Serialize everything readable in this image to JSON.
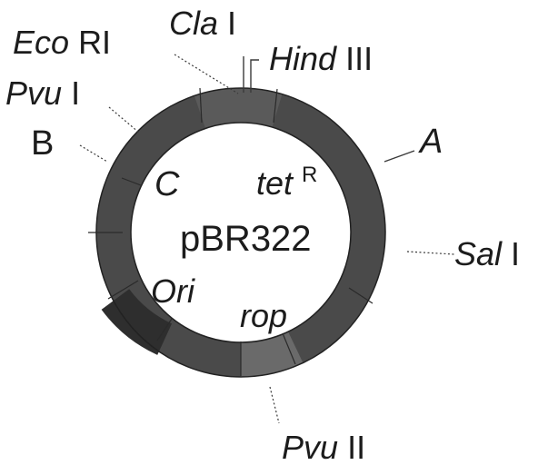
{
  "plasmid_name": "pBR322",
  "sites": {
    "eco_main": "Eco",
    "eco_suffix": "RI",
    "cla_main": "Cla",
    "cla_suffix": "I",
    "hind_main": "Hind",
    "hind_suffix": "III",
    "pvu1_main": "Pvu",
    "pvu1_suffix": "I",
    "sal_main": "Sal",
    "sal_suffix": "I",
    "pvu2_main": "Pvu",
    "pvu2_suffix": "II"
  },
  "markers": {
    "a": "A",
    "b": "B",
    "c": "C"
  },
  "genes": {
    "tet_main": "tet",
    "tet_sup": "R",
    "ori": "Ori",
    "rop": "rop"
  },
  "colors": {
    "ring": "#4a4a4a",
    "ring_dark": "#2e2e2e",
    "ring_light": "#6a6a6a",
    "text": "#1c1c1c"
  }
}
